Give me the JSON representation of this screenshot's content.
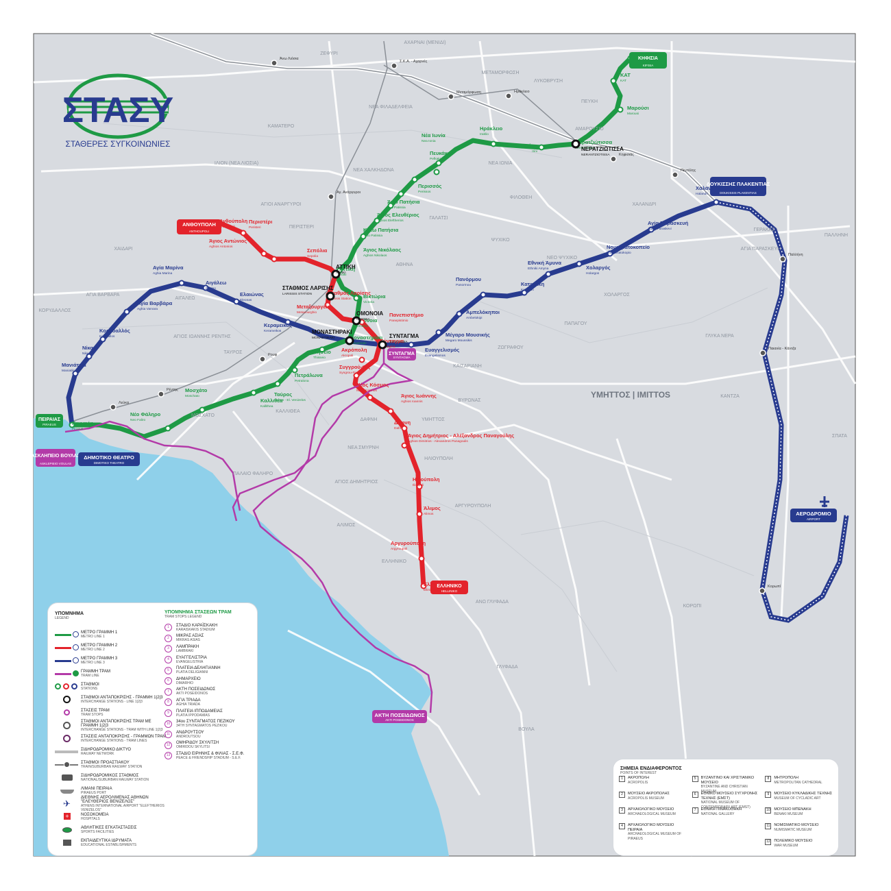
{
  "logo": {
    "mark": "ΣΤΑΣΥ",
    "subtitle": "ΣΤΑΘΕΡΕΣ ΣΥΓΚΟΙΝΩΝΙΕΣ"
  },
  "colors": {
    "line1": "#1e9a45",
    "line2": "#e3232b",
    "line3": "#283b8f",
    "tram": "#b33aa8",
    "sea": "#8fd0ea",
    "land": "#d8dbe0",
    "roads": "#ffffff"
  },
  "line1_stations": [
    {
      "el": "Κηφισιά",
      "en": "Kifisia"
    },
    {
      "el": "ΚΑΤ",
      "en": "KAT"
    },
    {
      "el": "Μαρούσι",
      "en": "Marousi"
    },
    {
      "el": "Νερατζιώτισσα",
      "en": "Neratziotissa"
    },
    {
      "el": "Ειρήνη",
      "en": "Irini"
    },
    {
      "el": "Ηράκλειο",
      "en": "Iraklio"
    },
    {
      "el": "Νέα Ιωνία",
      "en": "Nea Ionia"
    },
    {
      "el": "Πευκάκια",
      "en": "Pefkakia"
    },
    {
      "el": "Περισσός",
      "en": "Perissos"
    },
    {
      "el": "Άνω Πατήσια",
      "en": "Ano Patissia"
    },
    {
      "el": "Άγιος Ελευθέριος",
      "en": "Aghios Eleftherios"
    },
    {
      "el": "Κάτω Πατήσια",
      "en": "Kato Patissia"
    },
    {
      "el": "Άγιος Νικόλαος",
      "en": "Aghios Nikolaos"
    },
    {
      "el": "Αττική",
      "en": "Attiki"
    },
    {
      "el": "Βικτώρια",
      "en": "Victoria"
    },
    {
      "el": "Ομόνοια",
      "en": "Omonia"
    },
    {
      "el": "Μοναστηράκι",
      "en": "Monastiraki"
    },
    {
      "el": "Θησείο",
      "en": "Thisseio"
    },
    {
      "el": "Πετράλωνα",
      "en": "Petralona"
    },
    {
      "el": "Ταύρος",
      "en": "Tavros - El. Venizelos"
    },
    {
      "el": "Καλλιθέα",
      "en": "Kallithea"
    },
    {
      "el": "Μοσχάτο",
      "en": "Moschato"
    },
    {
      "el": "Νέο Φάληρο",
      "en": "Neo Faliro"
    },
    {
      "el": "Πειραιάς",
      "en": "Piraeus"
    }
  ],
  "line2_stations": [
    {
      "el": "Ανθούπολη",
      "en": "Anthoupoli"
    },
    {
      "el": "Περιστέρι",
      "en": "Peristeri"
    },
    {
      "el": "Άγιος Αντώνιος",
      "en": "Aghios Antonios"
    },
    {
      "el": "Σεπόλια",
      "en": "Sepolia"
    },
    {
      "el": "Σταθμός Λαρίσης",
      "en": "Larissis Station"
    },
    {
      "el": "Μεταξουργείο",
      "en": "Metaxourghio"
    },
    {
      "el": "Πανεπιστήμιο",
      "en": "Panepistimio"
    },
    {
      "el": "Σύνταγμα",
      "en": "Syntagma"
    },
    {
      "el": "Ακρόπολη",
      "en": "Akropoli"
    },
    {
      "el": "Συγγρού-Φιξ",
      "en": "Syngrou-Fix"
    },
    {
      "el": "Νέος Κόσμος",
      "en": "Neos Kosmos"
    },
    {
      "el": "Άγιος Ιωάννης",
      "en": "Aghios Ioannis"
    },
    {
      "el": "Δάφνη",
      "en": "Dafni"
    },
    {
      "el": "Άγιος Δημήτριος - Αλέξανδρος Παναγούλης",
      "en": "Aghios Dimitrios - Alexandros Panagoulis"
    },
    {
      "el": "Ηλιούπολη",
      "en": "Ilioupoli"
    },
    {
      "el": "Άλιμος",
      "en": "Alimos"
    },
    {
      "el": "Αργυρούπολη",
      "en": "Argyroupoli"
    },
    {
      "el": "Ελληνικό",
      "en": "Elliniko"
    }
  ],
  "line3_stations": [
    {
      "el": "Αγία Μαρίνα",
      "en": "Aghia Marina"
    },
    {
      "el": "Αιγάλεω",
      "en": "Egaleo"
    },
    {
      "el": "Ελαιώνας",
      "en": "Eleonas"
    },
    {
      "el": "Κεραμεικός",
      "en": "Kerameikos"
    },
    {
      "el": "Ευαγγελισμός",
      "en": "Evangelismos"
    },
    {
      "el": "Μέγαρο Μουσικής",
      "en": "Megaro Moussikis"
    },
    {
      "el": "Αμπελόκηποι",
      "en": "Ambelokipi"
    },
    {
      "el": "Πανόρμου",
      "en": "Panormou"
    },
    {
      "el": "Κατεχάκη",
      "en": "Katehaki"
    },
    {
      "el": "Εθνική Άμυνα",
      "en": "Ethniki Amyna"
    },
    {
      "el": "Χολαργός",
      "en": "Holargos"
    },
    {
      "el": "Νομισματοκοπείο",
      "en": "Nomismatokopio"
    },
    {
      "el": "Αγία Παρασκευή",
      "en": "Aghia Paraskevi"
    },
    {
      "el": "Χαλάνδρι",
      "en": "Halandri"
    },
    {
      "el": "Αγία Βαρβάρα",
      "en": "Aghia Varvara"
    },
    {
      "el": "Κορυδαλλός",
      "en": "Korydallos"
    },
    {
      "el": "Νίκαια",
      "en": "Nikea"
    },
    {
      "el": "Μανιάτικα",
      "en": "Maniatika"
    }
  ],
  "boxed_stations": [
    {
      "el": "ΚΗΦΙΣΙΑ",
      "en": "KIFISIA",
      "line": "line1"
    },
    {
      "el": "ΑΝΘΟΥΠΟΛΗ",
      "en": "ANTHOUPOLI",
      "line": "line2"
    },
    {
      "el": "ΕΛΛΗΝΙΚΟ",
      "en": "HELLINIKO",
      "line": "line2"
    },
    {
      "el": "ΠΕΙΡΑΙΑΣ",
      "en": "PIRAEUS",
      "line": "line1"
    },
    {
      "el": "ΣΥΝΤΑΓΜΑ",
      "en": "SYNTAGMA",
      "line": "tram"
    },
    {
      "el": "ΑΣΚΛΗΠΕΙΟ ΒΟΥΛΑΣ",
      "en": "ASKLEPIEIO VOULAS",
      "line": "tram"
    },
    {
      "el": "ΑΚΤΗ ΠΟΣΕΙΔΩΝΟΣ",
      "en": "AKTI POSEIDONOS",
      "line": "tram"
    },
    {
      "el": "ΔΗΜΟΤΙΚΟ ΘΕΑΤΡΟ",
      "en": "DIMOTIKO THEATRO",
      "line": "line3"
    },
    {
      "el": "ΔΟΥΚΙΣΣΗΣ ΠΛΑΚΕΝΤΙΑΣ",
      "en": "DOUKISSIS PLAKENTIAS",
      "line": "line3"
    },
    {
      "el": "ΑΕΡΟΔΡΟΜΙΟ",
      "en": "AIRPORT",
      "line": "line3"
    }
  ],
  "interchanges": [
    {
      "el": "ΑΤΤΙΚΗ",
      "en": "ATTIKI"
    },
    {
      "el": "ΣΤΑΘΜΟΣ ΛΑΡΙΣΗΣ",
      "en": "LARISSIS STATION"
    },
    {
      "el": "ΟΜΟΝΟΙΑ",
      "en": "OMONIA"
    },
    {
      "el": "ΜΟΝΑΣΤΗΡΑΚΙ",
      "en": "MONASTIRAKI"
    },
    {
      "el": "ΣΥΝΤΑΓΜΑ",
      "en": "SYNTAGMA"
    },
    {
      "el": "ΝΕΡΑΤΖΙΩΤΙΣΣΑ",
      "en": "NERANTZIOTISSA"
    }
  ],
  "areas": [
    "ΑΧΑΡΝΑΙ (ΜΕΝΙΔΙ)",
    "ΖΕΦΥΡΙ",
    "ΜΕΤΑΜΟΡΦΩΣΗ",
    "ΛΥΚΟΒΡΥΣΗ",
    "ΚΑΜΑΤΕΡΟ",
    "ΝΕΑ ΦΙΛΑΔΕΛΦΕΙΑ",
    "ΠΕΥΚΗ",
    "ΑΜΑΡΟΥΣΙΟ",
    "ΙΛΙΟΝ (ΝΕΑ ΛΙΟΣΙΑ)",
    "ΝΕΑ ΧΑΛΚΗΔΟΝΑ",
    "ΝΕΑ ΙΩΝΙΑ",
    "ΑΓΙΟΙ ΑΝΑΡΓΥΡΟΙ",
    "ΦΙΛΟΘΕΗ",
    "ΠΕΡΙΣΤΕΡΙ",
    "ΓΑΛΑΤΣΙ",
    "ΧΑΛΑΝΔΡΙ",
    "ΧΑΙΔΑΡΙ",
    "ΨΥΧΙΚΟ",
    "ΓΕΡΑΚΑΣ",
    "ΠΑΛΛΗΝΗ",
    "ΑΘΗΝΑ",
    "ΝΕΟ ΨΥΧΙΚΟ",
    "ΑΓΙΑ ΠΑΡΑΣΚΕΥΗ",
    "ΑΓΙΑ ΒΑΡΒΑΡΑ",
    "ΚΟΡΥΔΑΛΛΟΣ",
    "ΑΙΓΑΛΕΩ",
    "ΧΟΛΑΡΓΟΣ",
    "ΠΑΠΑΓΟΥ",
    "ΑΓΙΟΣ ΙΩΑΝΝΗΣ ΡΕΝΤΗΣ",
    "ΓΛΥΚΑ ΝΕΡΑ",
    "ΤΑΥΡΟΣ",
    "ΖΩΓΡΑΦΟΥ",
    "ΚΑΙΣΑΡΙΑΝΗ",
    "ΒΥΡΩΝΑΣ",
    "ΥΜΗΤΤΟΣ | IMITTOS",
    "ΚΑΝΤΖΑ",
    "ΣΠΑΤΑ",
    "ΚΑΛΛΙΘΕΑ",
    "ΜΟΣΧΑΤΟ",
    "ΔΑΦΝΗ",
    "ΥΜΗΤΤΟΣ",
    "ΝΕΑ ΣΜΥΡΝΗ",
    "ΗΛΙΟΥΠΟΛΗ",
    "ΠΑΛΑΙΟ ΦΑΛΗΡΟ",
    "ΑΓΙΟΣ ΔΗΜΗΤΡΙΟΣ",
    "ΑΡΓΥΡΟΥΠΟΛΗ",
    "ΑΛΙΜΟΣ",
    "ΕΛΛΗΝΙΚΟ",
    "ΑΝΩ ΓΛΥΦΑΔΑ",
    "ΚΟΡΩΠΙ",
    "ΓΛΥΦΑΔΑ",
    "ΒΟΥΛΑ"
  ],
  "rail_stations": [
    "Άνω Λιόσια",
    "Σ.Κ.Α. - Αχαρνές",
    "Μεταμόρφωση",
    "Ηράκλειο",
    "Κηφισιάς",
    "Πεντέλης",
    "Παλλήνη",
    "Παιανία - Κάντζα",
    "Κορωπί",
    "Λεύκα",
    "Ρέντης",
    "Ρουφ",
    "Αγ. Ανάργυροι"
  ],
  "legend": {
    "title": "ΥΠΟΜΝΗΜΑ",
    "title_en": "LEGEND",
    "items": [
      {
        "el": "ΜΕΤΡΟ ΓΡΑΜΜΗ 1",
        "en": "METRO LINE 1",
        "sym": "line1"
      },
      {
        "el": "ΜΕΤΡΟ ΓΡΑΜΜΗ 2",
        "en": "METRO LINE 2",
        "sym": "line2"
      },
      {
        "el": "ΜΕΤΡΟ ΓΡΑΜΜΗ 3",
        "en": "METRO LINE 3",
        "sym": "line3"
      },
      {
        "el": "ΓΡΑΜΜΗ ΤΡΑΜ",
        "en": "TRAM LINE",
        "sym": "tram"
      },
      {
        "el": "ΣΤΑΘΜΟΙ",
        "en": "STATIONS",
        "sym": "stations"
      },
      {
        "el": "ΣΤΑΘΜΟΙ ΑΝΤΑΠΟΚΡΙΣΗΣ - ΓΡΑΜΜΗ 1|2|3",
        "en": "INTERCHANGE STATIONS - LINE 1|2|3",
        "sym": "ring"
      },
      {
        "el": "ΣΤΑΣΕΙΣ ΤΡΑΜ",
        "en": "TRAM STOPS",
        "sym": "tramstop"
      },
      {
        "el": "ΣΤΑΘΜΟΙ ΑΝΤΑΠΟΚΡΙΣΗΣ ΤΡΑΜ ΜΕ ΓΡΑΜΜΗ 1|2|3",
        "en": "INTERCHANGE STATIONS - TRAM WITH LINE 1|2|3",
        "sym": "ring2"
      },
      {
        "el": "ΣΤΑΣΕΙΣ ΑΝΤΑΠΟΚΡΙΣΗΣ - ΓΡΑΜΜΩΝ ΤΡΑΜ",
        "en": "INTERCHANGE STATIONS - TRAM LINES",
        "sym": "ring3"
      },
      {
        "el": "ΣΙΔΗΡΟΔΡΟΜΙΚΟ ΔΙΚΤΥΟ",
        "en": "RAILWAY NETWORK",
        "sym": "rail"
      },
      {
        "el": "ΣΤΑΘΜΟΙ ΠΡΟΑΣΤΙΑΚΟΥ",
        "en": "TRAIN/SUBURBAN RAILWAY STATION",
        "sym": "railst"
      },
      {
        "el": "ΣΙΔΗΡΟΔΡΟΜΙΚΟΣ ΣΤΑΘΜΟΣ",
        "en": "NATIONAL/SUBURBAN RAILWAY STATION",
        "sym": "train"
      },
      {
        "el": "ΛΙΜΑΝΙ ΠΕΙΡΑΙΑ",
        "en": "PIRAEUS PORT",
        "sym": "ship"
      },
      {
        "el": "ΔΙΕΘΝΗΣ ΑΕΡΟΛΙΜΕΝΑΣ ΑΘΗΝΩΝ \"ΕΛΕΥΘΕΡΙΟΣ ΒΕΝΙΖΕΛΟΣ\"",
        "en": "ATHENS INTERNATIONAL AIRPORT \"ELEFTHERIOS VENIZELOS\"",
        "sym": "plane"
      },
      {
        "el": "ΝΟΣΟΚΟΜΕΙΑ",
        "en": "HOSPITALS",
        "sym": "hosp"
      },
      {
        "el": "ΑΘΛΗΤΙΚΕΣ ΕΓΚΑΤΑΣΤΑΣΕΙΣ",
        "en": "SPORTS FACILITIES",
        "sym": "sport"
      },
      {
        "el": "ΕΚΠΑΙΔΕΥΤΙΚΑ ΙΔΡΥΜΑΤΑ",
        "en": "EDUCATIONAL ESTABLISHMENTS",
        "sym": "edu"
      }
    ],
    "tram_title": "ΥΠΟΜΝΗΜΑ ΣΤΑΣΕΩΝ ΤΡΑΜ",
    "tram_title_en": "TRAM STOPS LEGEND",
    "tram_items": [
      {
        "n": "1",
        "el": "ΣΤΑΔΙΟ ΚΑΡΑΪΣΚΑΚΗ",
        "en": "KARAISKAKIS STADIUM"
      },
      {
        "n": "2",
        "el": "ΜΙΚΡΑΣ ΑΣΙΑΣ",
        "en": "MIKRAS ASIAS"
      },
      {
        "n": "3",
        "el": "ΛΑΜΠΡΑΚΗ",
        "en": "LAMBRAKI"
      },
      {
        "n": "4",
        "el": "ΕΥΑΓΓΕΛΙΣΤΡΙΑ",
        "en": "EVANGELISTRIA"
      },
      {
        "n": "5",
        "el": "ΠΛΑΤΕΙΑ ΔΕΛΗΓΙΑΝΝΗ",
        "en": "PLATIA DELIGIANNI"
      },
      {
        "n": "6",
        "el": "ΔΗΜΑΡΧΕΙΟ",
        "en": "DIMARHIO"
      },
      {
        "n": "7",
        "el": "ΑΚΤΗ ΠΟΣΕΙΔΩΝΟΣ",
        "en": "AKTI POSEIDONOS"
      },
      {
        "n": "8",
        "el": "ΑΓΙΑ ΤΡΙΑΔΑ",
        "en": "AGHIA TRIADA"
      },
      {
        "n": "9",
        "el": "ΠΛΑΤΕΙΑ ΙΠΠΟΔΑΜΕΙΑΣ",
        "en": "PLATIA IPPODAMIAS"
      },
      {
        "n": "10",
        "el": "34ου ΣΥΝΤΑΓΜΑΤΟΣ ΠΕΖΙΚΟΥ",
        "en": "34TH SYNTAGMATOS PEZIKOU"
      },
      {
        "n": "11",
        "el": "ΑΝΔΡΟΥΤΣΟΥ",
        "en": "ANDROUTSOU"
      },
      {
        "n": "12",
        "el": "ΟΜΗΡΙΔΟΥ ΣΚΥΛΙΤΣΗ",
        "en": "OMIRIDOU SKYLITSI"
      },
      {
        "n": "13",
        "el": "ΣΤΑΔΙΟ ΕΙΡΗΝΗΣ & ΦΙΛΙΑΣ - Σ.Ε.Φ.",
        "en": "PEACE & FRIENDSHIP STADIUM - S.E.F."
      }
    ]
  },
  "poi": {
    "title": "ΣΗΜΕΙΑ ΕΝΔΙΑΦΕΡΟΝΤΟΣ",
    "title_en": "POINTS OF INTEREST",
    "items": [
      {
        "n": "1",
        "el": "ΑΚΡΟΠΟΛΗ",
        "en": "ACROPOLIS"
      },
      {
        "n": "5",
        "el": "ΒΥΖΑΝΤΙΝΟ ΚΑΙ ΧΡΙΣΤΙΑΝΙΚΟ ΜΟΥΣΕΙΟ",
        "en": "BYZANTINE AND CHRISTIAN MUSEUM"
      },
      {
        "n": "8",
        "el": "ΜΗΤΡΟΠΟΛΗ",
        "en": "METROPOLITAN CATHEDRAL"
      },
      {
        "n": "2",
        "el": "ΜΟΥΣΕΙΟ ΑΚΡΟΠΟΛΗΣ",
        "en": "ACROPOLIS MUSEUM"
      },
      {
        "n": "6",
        "el": "ΕΘΝΙΚΟ ΜΟΥΣΕΙΟ ΣΥΓΧΡΟΝΗΣ ΤΕΧΝΗΣ (ΕΜΣΤ)",
        "en": "NATIONAL MUSEUM OF CONTEMPORARY ART (EMST)"
      },
      {
        "n": "9",
        "el": "ΜΟΥΣΕΙΟ ΚΥΚΛΑΔΙΚΗΣ ΤΕΧΝΗΣ",
        "en": "MUSEUM OF CYCLADIC ART"
      },
      {
        "n": "3",
        "el": "ΑΡΧΑΙΟΛΟΓΙΚΟ ΜΟΥΣΕΙΟ",
        "en": "ARCHAEOLOGICAL MUSEUM"
      },
      {
        "n": "7",
        "el": "ΕΘΝΙΚΗ ΠΙΝΑΚΟΘΗΚΗ",
        "en": "NATIONAL GALLERY"
      },
      {
        "n": "10",
        "el": "ΜΟΥΣΕΙΟ ΜΠΕΝΑΚΗ",
        "en": "BENAKI MUSEUM"
      },
      {
        "n": "4",
        "el": "ΑΡΧΑΙΟΛΟΓΙΚΟ ΜΟΥΣΕΙΟ ΠΕΙΡΑΙΑ",
        "en": "ARCHAEOLOGICAL MUSEUM OF PIRAEUS"
      },
      {
        "n": "",
        "el": "",
        "en": ""
      },
      {
        "n": "11",
        "el": "ΝΟΜΙΣΜΑΤΙΚΟ ΜΟΥΣΕΙΟ",
        "en": "NUMISMATIC MUSEUM"
      },
      {
        "n": "",
        "el": "",
        "en": ""
      },
      {
        "n": "",
        "el": "",
        "en": ""
      },
      {
        "n": "12",
        "el": "ΠΟΛΕΜΙΚΟ ΜΟΥΣΕΙΟ",
        "en": "WAR MUSEUM"
      }
    ]
  }
}
